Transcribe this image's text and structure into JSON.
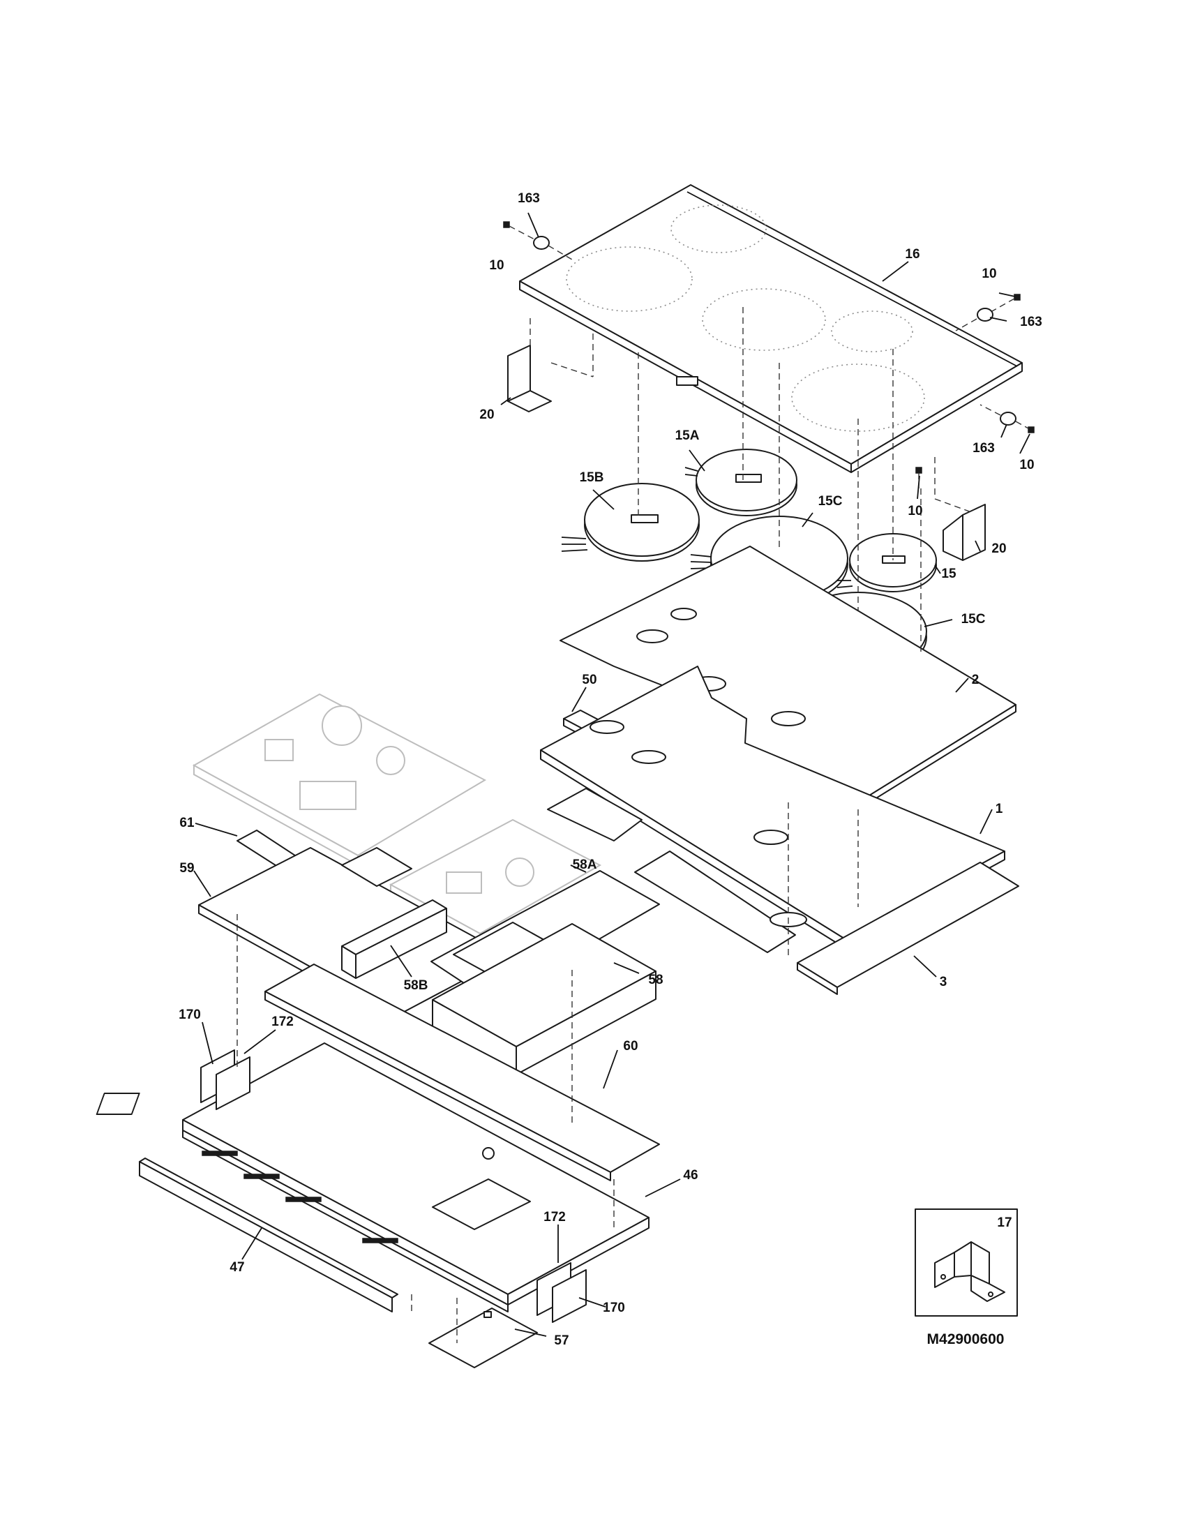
{
  "model_number": "M42900600",
  "callouts": {
    "c163a": "163",
    "c10a": "10",
    "c16": "16",
    "c10b": "10",
    "c163b": "163",
    "c20a": "20",
    "c163c": "163",
    "c10c": "10",
    "c15a": "15A",
    "c15b": "15B",
    "c15c_top": "15C",
    "c10d": "10",
    "c20b": "20",
    "c15": "15",
    "c15c_bot": "15C",
    "c2": "2",
    "c50": "50",
    "c1": "1",
    "c61": "61",
    "c59": "59",
    "c58a": "58A",
    "c58b": "58B",
    "c58": "58",
    "c3": "3",
    "c170a": "170",
    "c172a": "172",
    "c60": "60",
    "c46": "46",
    "c172b": "172",
    "c47": "47",
    "c170b": "170",
    "c57": "57",
    "c17": "17"
  }
}
